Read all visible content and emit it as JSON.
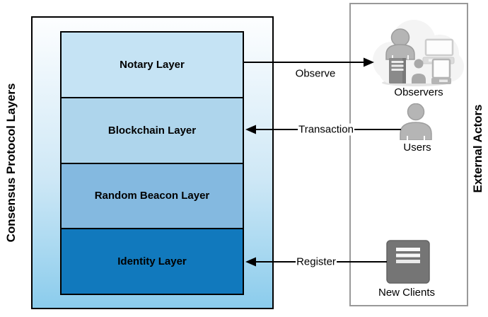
{
  "left_panel": {
    "title": "Consensus Protocol Layers",
    "layers": [
      {
        "label": "Notary Layer",
        "color": "#c5e3f4"
      },
      {
        "label": "Blockchain Layer",
        "color": "#aed5ec"
      },
      {
        "label": "Random Beacon Layer",
        "color": "#84b9e0"
      },
      {
        "label": "Identity Layer",
        "color": "#1179bd"
      }
    ],
    "gradient_top": "#fdfeff",
    "gradient_bottom": "#8bccec"
  },
  "right_panel": {
    "title": "External Actors",
    "actors": [
      {
        "label": "Observers",
        "icon": "observers-cloud-icon"
      },
      {
        "label": "Users",
        "icon": "user-person-icon"
      },
      {
        "label": "New Clients",
        "icon": "new-clients-server-icon"
      }
    ]
  },
  "arrows": [
    {
      "label": "Observe",
      "from": "Notary Layer",
      "to": "Observers",
      "direction": "right"
    },
    {
      "label": "Transaction",
      "from": "Users",
      "to": "Blockchain Layer",
      "direction": "left"
    },
    {
      "label": "Register",
      "from": "New Clients",
      "to": "Identity Layer",
      "direction": "left"
    }
  ],
  "colors": {
    "consensus_border": "#000000",
    "external_border": "#999999",
    "arrow": "#000000",
    "icon_gray": "#b5b5b5",
    "icon_dark_gray": "#757575",
    "cloud_fill": "#f4f4f4"
  }
}
